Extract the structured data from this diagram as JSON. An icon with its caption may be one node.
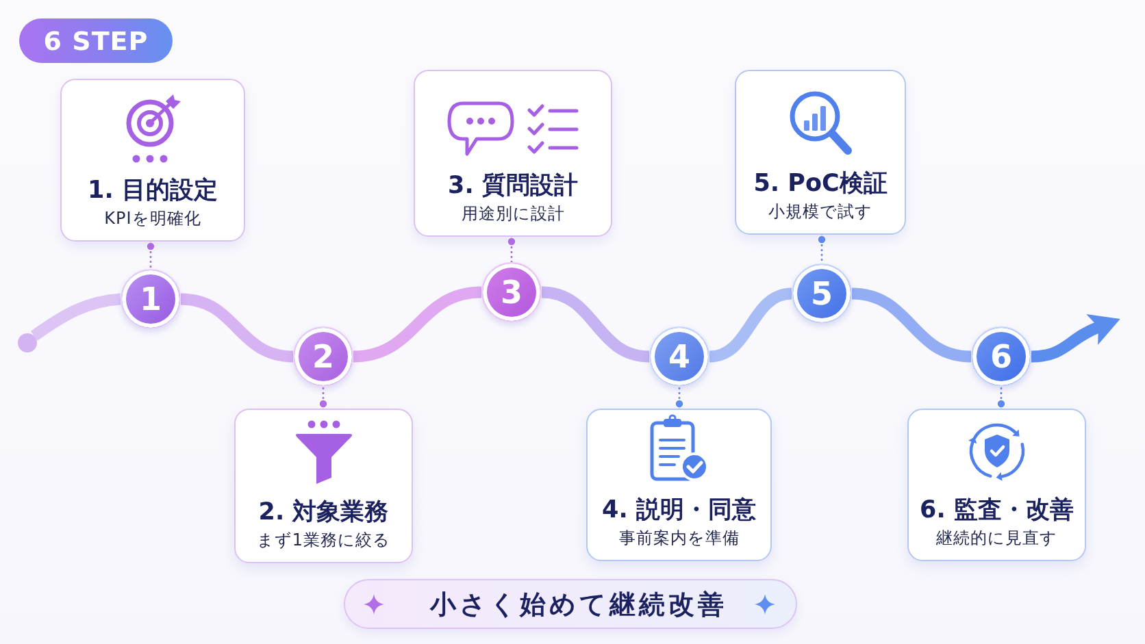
{
  "diagram": {
    "title": "6 STEP",
    "nodes": [
      {
        "text": [],
        "shape": "circle"
      },
      {
        "text": [
          "1. 目的設定",
          "KPIを明確化"
        ]
      },
      {
        "text": [
          "1"
        ]
      },
      {
        "text": [
          "2. 対象業務",
          "まず1業務に絞る"
        ]
      },
      {
        "text": [
          "2"
        ]
      },
      {
        "text": [
          "3. 質問設計",
          "用途別に設計"
        ]
      },
      {
        "text": [
          "3"
        ]
      },
      {
        "text": [
          "4. 説明・同意",
          "事前案内を準備"
        ]
      },
      {
        "text": [
          "4"
        ]
      },
      {
        "text": [
          "5. PoC検証",
          "小規模で試す"
        ]
      },
      {
        "text": [
          "5"
        ]
      },
      {
        "text": [
          "6. 監査・改善",
          "継続的に見直す"
        ]
      },
      {
        "text": [
          "6"
        ]
      },
      {
        "text": [
          "小さく始めて継続改善"
        ]
      }
    ],
    "edges": [
      {
        "from": 0,
        "to": 2,
        "arrow": "none",
        "color": "#dcc4f5"
      },
      {
        "from": 2,
        "to": 4,
        "arrow": "none",
        "color": "#d8b3f3"
      },
      {
        "from": 4,
        "to": 6,
        "arrow": "none",
        "color": "#dfa8f0"
      },
      {
        "from": 6,
        "to": 8,
        "arrow": "none",
        "color": "#c5b3f4"
      },
      {
        "from": 8,
        "to": 10,
        "arrow": "none",
        "color": "#a8bdf6"
      },
      {
        "from": 10,
        "to": 12,
        "arrow": "none",
        "color": "#93adf5"
      },
      {
        "from": 12,
        "to": null,
        "arrow": "to",
        "color": "#5b8def"
      },
      {
        "from": 1,
        "to": 2,
        "arrow": "other",
        "style": "dashed",
        "color": "#b36be4"
      },
      {
        "from": 3,
        "to": 4,
        "arrow": "other",
        "style": "dashed",
        "color": "#b36be4"
      },
      {
        "from": 5,
        "to": 6,
        "arrow": "other",
        "style": "dashed",
        "color": "#b36be4"
      },
      {
        "from": 7,
        "to": 8,
        "arrow": "other",
        "style": "dashed",
        "color": "#5d8aee"
      },
      {
        "from": 9,
        "to": 10,
        "arrow": "other",
        "style": "dashed",
        "color": "#5d8aee"
      },
      {
        "from": 11,
        "to": 12,
        "arrow": "other",
        "style": "dashed",
        "color": "#5d8aee"
      }
    ]
  }
}
